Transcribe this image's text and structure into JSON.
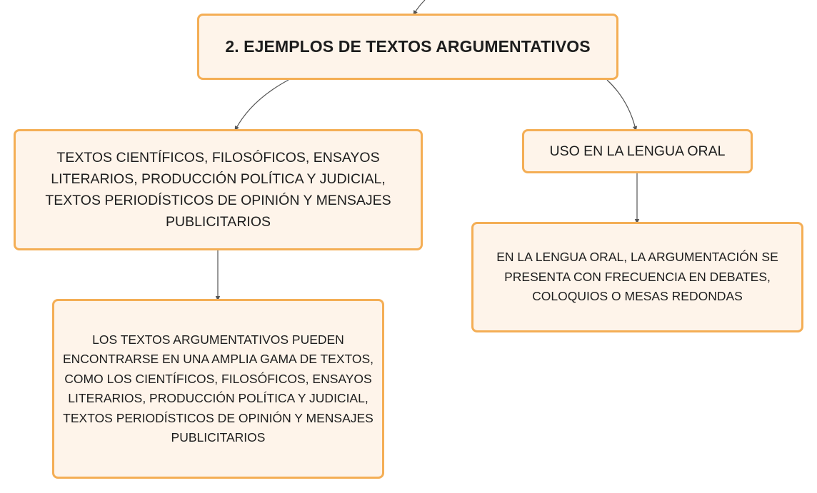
{
  "diagram": {
    "root": {
      "text": "2. EJEMPLOS DE TEXTOS ARGUMENTATIVOS"
    },
    "left_branch": {
      "text": "TEXTOS CIENTÍFICOS, FILOSÓFICOS, ENSAYOS LITERARIOS, PRODUCCIÓN POLÍTICA Y JUDICIAL, TEXTOS PERIODÍSTICOS DE OPINIÓN Y MENSAJES PUBLICITARIOS",
      "detail": "LOS TEXTOS ARGUMENTATIVOS PUEDEN ENCONTRARSE EN UNA AMPLIA GAMA DE TEXTOS, COMO LOS CIENTÍFICOS, FILOSÓFICOS, ENSAYOS LITERARIOS, PRODUCCIÓN POLÍTICA Y JUDICIAL, TEXTOS PERIODÍSTICOS DE OPINIÓN Y MENSAJES PUBLICITARIOS"
    },
    "right_branch": {
      "text": "USO EN LA LENGUA ORAL",
      "detail": "EN LA LENGUA ORAL, LA ARGUMENTACIÓN SE PRESENTA CON FRECUENCIA EN DEBATES, COLOQUIOS O MESAS REDONDAS"
    },
    "colors": {
      "node_fill": "#fef4ea",
      "node_border": "#f4ae55",
      "connector": "#555555",
      "text": "#1d1d1d"
    }
  }
}
